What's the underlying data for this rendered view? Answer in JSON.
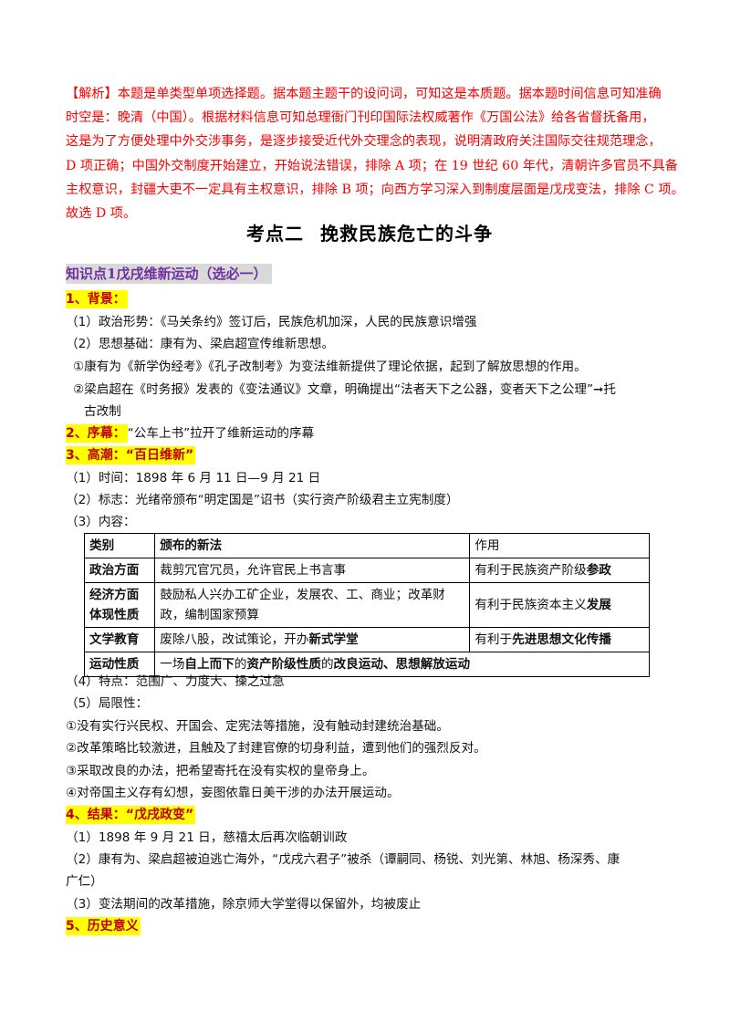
{
  "analysis": {
    "label": "【解析】",
    "lines": [
      "本题是单类型单项选择题。据本题主题干的设问词，可知这是本质题。据本题时间信息可知准确",
      "时空是：晚清（中国）。根据材料信息可知总理衙门刊印国际法权威著作《万国公法》给各省督抚备用，",
      "这是为了方便处理中外交涉事务，是逐步接受近代外交理念的表现，说明清政府关注国际交往规范理念，",
      "D 项正确；中国外交制度开始建立，开始说法错误，排除 A 项；在 19 世纪 60 年代，清朝许多官员不具备",
      "主权意识，封疆大吏不一定具有主权意识，排除 B 项；向西方学习深入到制度层面是戊戌变法，排除 C 项。",
      "故选 D 项。"
    ]
  },
  "heading": {
    "part1": "考点二",
    "part2": "挽救民族危亡的斗争"
  },
  "knowledge": {
    "prefix": "知识点",
    "num": "1",
    "title": "戊戌维新运动（选必一）"
  },
  "s1": {
    "title": "1、背景：",
    "l1": "（1）政治形势：《马关条约》签订后，民族危机加深，人民的民族意识增强",
    "l2": "（2）思想基础：康有为、梁启超宣传维新思想。",
    "l3": "①康有为《新学伪经考》《孔子改制考》为变法维新提供了理论依据，起到了解放思想的作用。",
    "l4a": "②梁启超在《时务报》发表的《变法通议》文章，明确提出“法者天下之公器，变者天下之公理”➞托",
    "l4b": "古改制"
  },
  "s2": {
    "title": "2、序幕：",
    "text": "“公车上书”拉开了维新运动的序幕"
  },
  "s3": {
    "title": "3、高潮：“百日维新”",
    "l1": "（1）时间：1898 年 6 月 11 日—9 月 21 日",
    "l2": "（2）标志：光绪帝颁布“明定国是”诏书（实行资产阶级君主立宪制度）",
    "l3": "（3）内容："
  },
  "table": {
    "headers": [
      "类别",
      "颁布的新法",
      "作用"
    ],
    "rows": [
      {
        "cat": "政治方面",
        "law": "裁剪冗官冗员，允许官民上书言事",
        "role_a": "有利于民族资产阶级",
        "role_b": "参政"
      },
      {
        "cat_a": "经济方面",
        "cat_b": "体现性质",
        "law": "鼓励私人兴办工矿企业，发展农、工、商业；改革财政，编制国家预算",
        "role_a": "有利于民族资本主义",
        "role_b": "发展"
      },
      {
        "cat": "文学教育",
        "law_a": "废除八股，改试策论，开办",
        "law_b": "新式学堂",
        "role_a": "有利于",
        "role_b": "先进思想文化传播"
      },
      {
        "cat": "运动性质",
        "p1": "一场",
        "p2": "自上而下",
        "p3": "的",
        "p4": "资产阶级性质",
        "p5": "的",
        "p6": "改良运动",
        "p7": "、",
        "p8": "思想解放运动"
      }
    ]
  },
  "s3b": {
    "l4": "（4）特点：范围广、力度大、操之过急",
    "l5": "（5）局限性：",
    "i1": "①没有实行兴民权、开国会、定宪法等措施，没有触动封建统治基础。",
    "i2": "②改革策略比较激进，且触及了封建官僚的切身利益，遭到他们的强烈反对。",
    "i3": "③采取改良的办法，把希望寄托在没有实权的皇帝身上。",
    "i4": "④对帝国主义存有幻想，妄图依靠日美干涉的办法开展运动。"
  },
  "s4": {
    "title": "4、结果：“戊戌政变”",
    "l1": "（1）1898 年 9 月 21 日，慈禧太后再次临朝训政",
    "l2a": "（2）康有为、梁启超被迫逃亡海外，“戊戌六君子”被杀（谭嗣同、杨锐、刘光第、林旭、杨深秀、康",
    "l2b": "广仁）",
    "l3": "（3）变法期间的改革措施，除京师大学堂得以保留外，均被废止"
  },
  "s5": {
    "title": "5、历史意义"
  }
}
